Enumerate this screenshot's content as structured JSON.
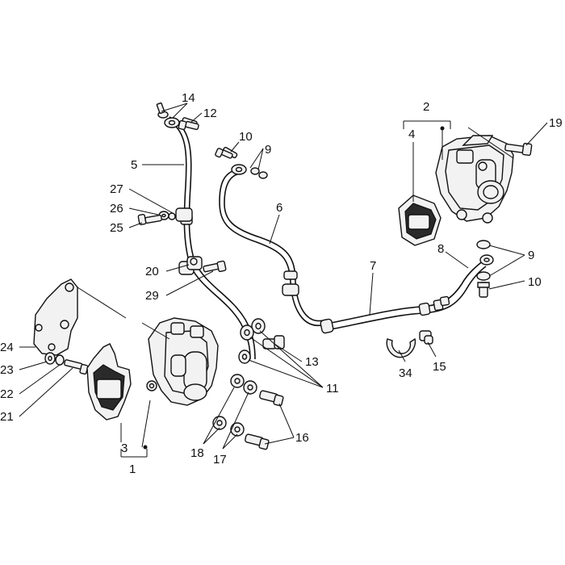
{
  "labels": {
    "l1": "1",
    "l2": "2",
    "l3": "3",
    "l4": "4",
    "l5": "5",
    "l6": "6",
    "l7": "7",
    "l8": "8",
    "l9a": "9",
    "l9b": "9",
    "l10a": "10",
    "l10b": "10",
    "l11": "11",
    "l12": "12",
    "l13": "13",
    "l14": "14",
    "l15": "15",
    "l16": "16",
    "l17": "17",
    "l18": "18",
    "l19": "19",
    "l20": "20",
    "l21": "21",
    "l22": "22",
    "l23": "23",
    "l24": "24",
    "l25": "25",
    "l26": "26",
    "l27": "27",
    "l29": "29",
    "l34": "34"
  }
}
